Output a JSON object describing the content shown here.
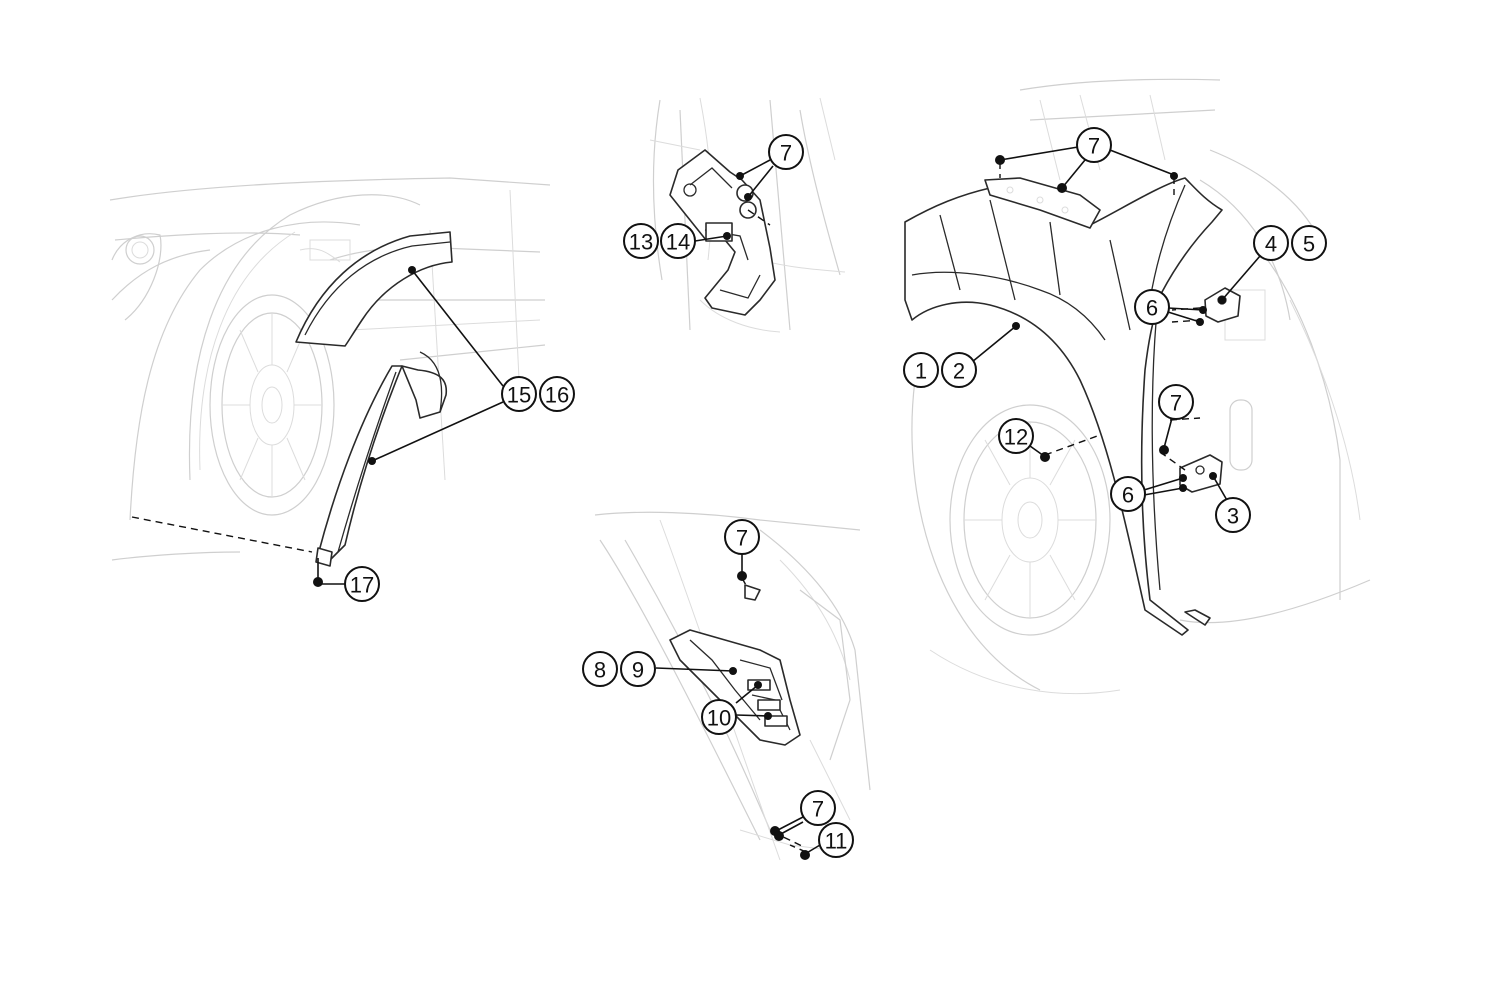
{
  "callouts": {
    "c1": "1",
    "c2": "2",
    "c3": "3",
    "c4": "4",
    "c5": "5",
    "c6a": "6",
    "c6b": "6",
    "c7a": "7",
    "c7b": "7",
    "c7c": "7",
    "c7d": "7",
    "c7e": "7",
    "c8": "8",
    "c9": "9",
    "c10": "10",
    "c11": "11",
    "c12": "12",
    "c13": "13",
    "c14": "14",
    "c15": "15",
    "c16": "16",
    "c17": "17"
  }
}
